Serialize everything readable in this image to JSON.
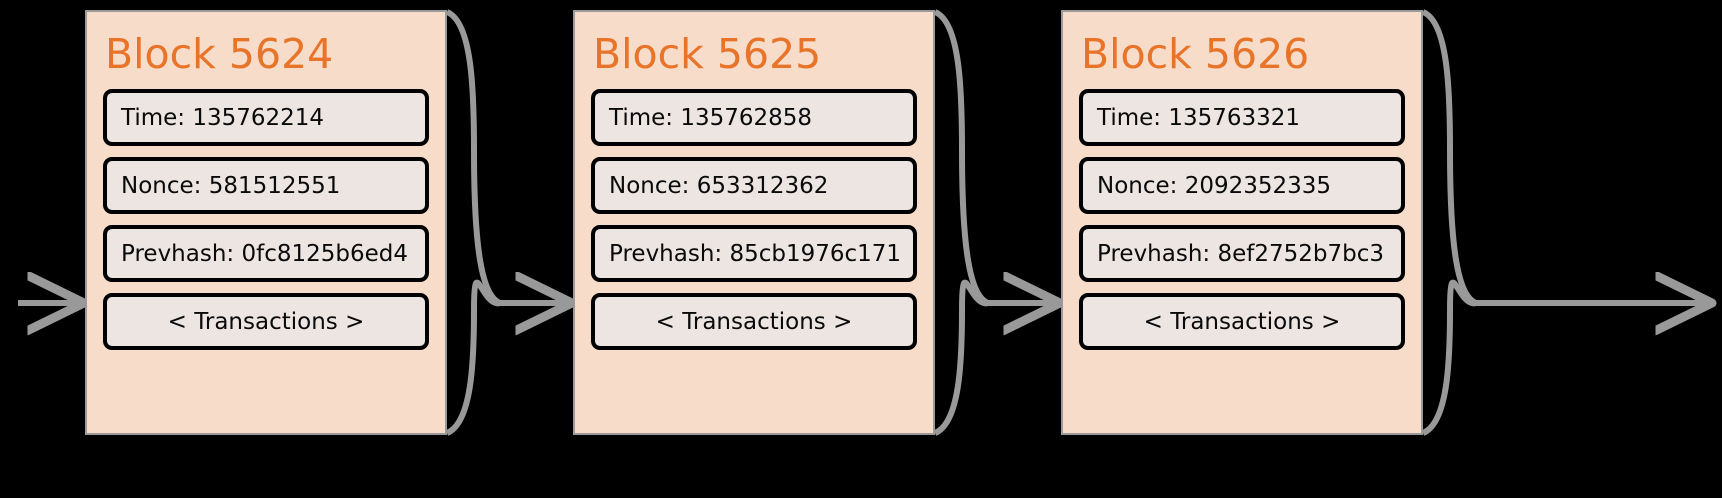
{
  "diagram": {
    "title": "blockchain-block-chain",
    "background_color": "#000000",
    "block_fill": "#f7dcca",
    "block_border": "#9a9a9a",
    "field_fill": "#ede5e2",
    "field_border": "#000000",
    "title_color": "#e8742a",
    "connector_color": "#999999"
  },
  "labels": {
    "time_prefix": "Time:",
    "nonce_prefix": "Nonce:",
    "prevhash_prefix": "Prevhash:",
    "transactions": "< Transactions >"
  },
  "blocks": [
    {
      "title": "Block 5624",
      "number": "5624",
      "time": "Time: 135762214",
      "nonce": "Nonce: 581512551",
      "prevhash": "Prevhash: 0fc8125b6ed4",
      "transactions": "< Transactions >",
      "time_value": "135762214",
      "nonce_value": "581512551",
      "prevhash_value": "0fc8125b6ed4"
    },
    {
      "title": "Block 5625",
      "number": "5625",
      "time": "Time: 135762858",
      "nonce": "Nonce: 653312362",
      "prevhash": "Prevhash: 85cb1976c171",
      "transactions": "< Transactions >",
      "time_value": "135762858",
      "nonce_value": "653312362",
      "prevhash_value": "85cb1976c171"
    },
    {
      "title": "Block 5626",
      "number": "5626",
      "time": "Time: 135763321",
      "nonce": "Nonce: 2092352335",
      "prevhash": "Prevhash: 8ef2752b7bc3",
      "transactions": "< Transactions >",
      "time_value": "135763321",
      "nonce_value": "2092352335",
      "prevhash_value": "8ef2752b7bc3"
    }
  ],
  "connectors": [
    {
      "name": "incoming-arrow",
      "from": "chain-start",
      "to": "block-5624"
    },
    {
      "name": "link-arrow-1",
      "from": "block-5624",
      "to": "block-5625"
    },
    {
      "name": "link-arrow-2",
      "from": "block-5625",
      "to": "block-5626"
    },
    {
      "name": "outgoing-arrow",
      "from": "block-5626",
      "to": "chain-continues"
    }
  ]
}
